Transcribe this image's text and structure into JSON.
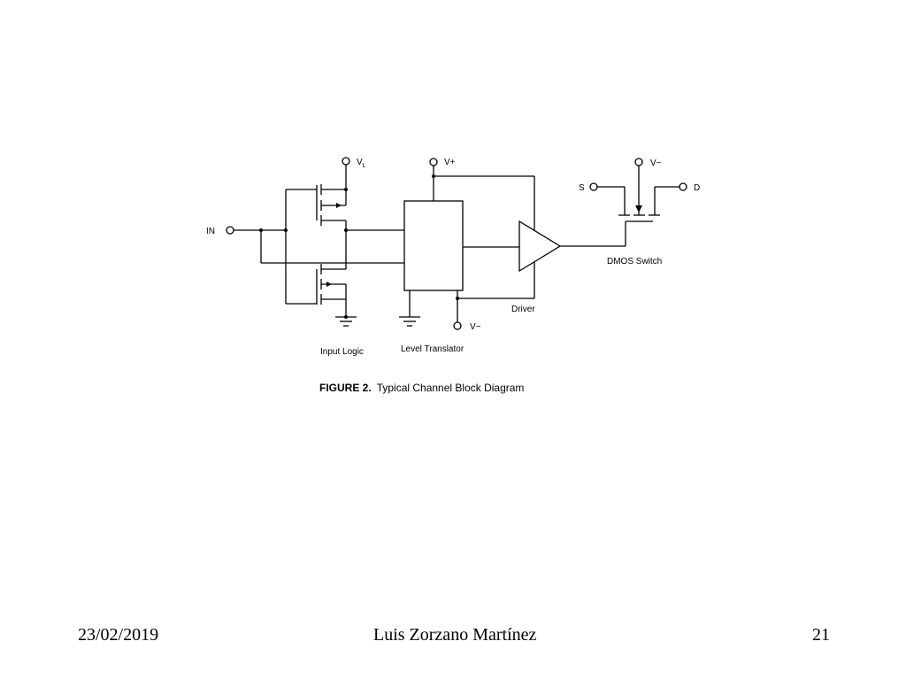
{
  "diagram": {
    "labels": {
      "vl_main": "V",
      "vl_sub": "L",
      "vplus": "V+",
      "vminus_switch": "V−",
      "vminus_translator": "V−",
      "in": "IN",
      "s": "S",
      "d": "D",
      "dmos_switch": "DMOS Switch",
      "driver": "Driver",
      "input_logic": "Input Logic",
      "level_translator": "Level Translator"
    },
    "caption": {
      "prefix": "FIGURE  2.",
      "title": "Typical Channel Block Diagram"
    }
  },
  "footer": {
    "date": "23/02/2019",
    "author": "Luis Zorzano Martínez",
    "page": "21"
  }
}
